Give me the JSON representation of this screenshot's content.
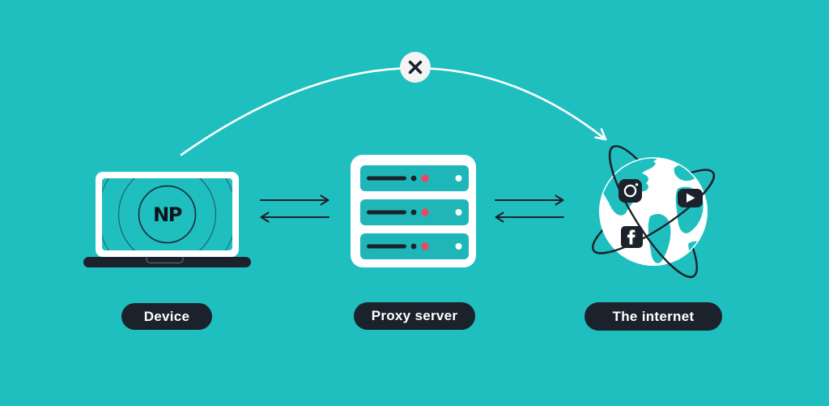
{
  "diagram": {
    "nodes": [
      {
        "id": "device",
        "label": "Device",
        "art": "laptop",
        "logo_text": "NP"
      },
      {
        "id": "proxy",
        "label": "Proxy server",
        "art": "server-rack"
      },
      {
        "id": "internet",
        "label": "The internet",
        "art": "globe",
        "service_icons": [
          "instagram",
          "youtube",
          "facebook"
        ]
      }
    ],
    "connections": [
      {
        "from": "device",
        "to": "proxy",
        "type": "bidirectional-arrows"
      },
      {
        "from": "proxy",
        "to": "internet",
        "type": "bidirectional-arrows"
      },
      {
        "from": "device",
        "to": "internet",
        "type": "curved-path",
        "status": "blocked",
        "marker": "x-badge"
      }
    ]
  },
  "colors": {
    "background": "#1FBFC0",
    "dark": "#1B222B",
    "red": "#EF4560",
    "white": "#FFFFFF",
    "badge": "#F2F5F3",
    "slot": "#1FB6B9"
  }
}
